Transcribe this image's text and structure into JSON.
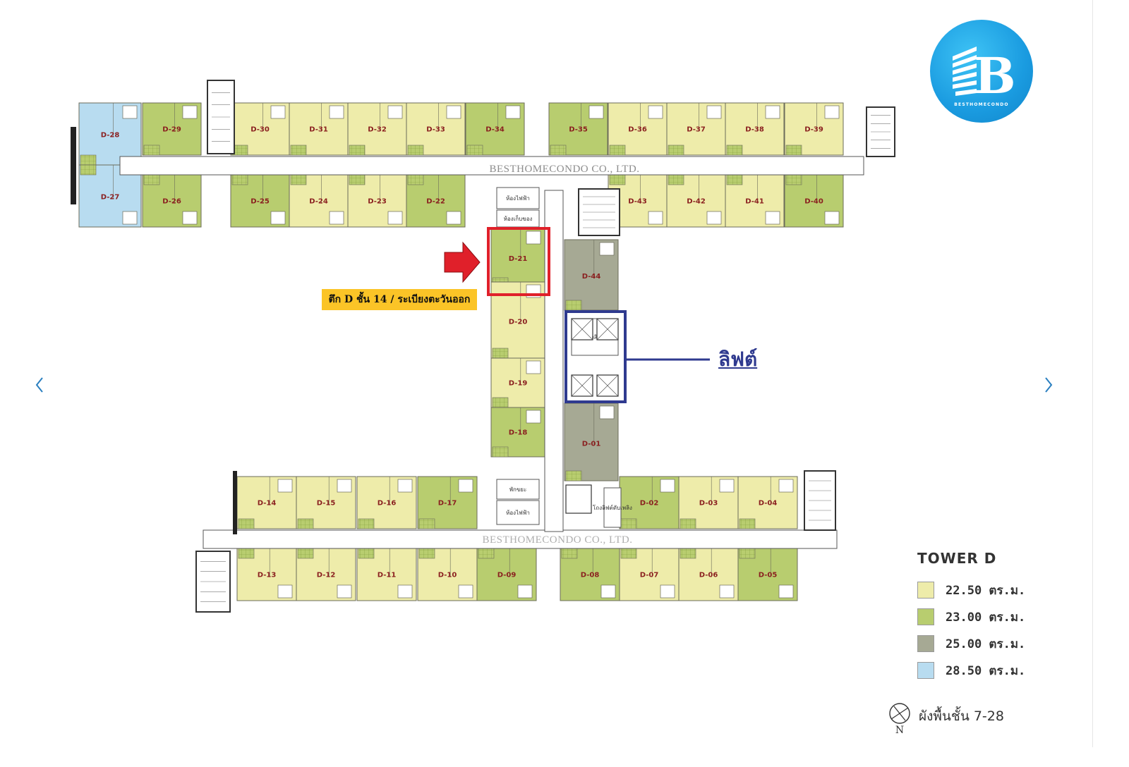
{
  "colors": {
    "unit_22_50": "#eeecaa",
    "unit_23_00": "#b8cd6f",
    "unit_25_00": "#a6a994",
    "unit_28_50": "#b8dcf0",
    "highlight_unit": "#e0202a",
    "highlight_lift": "#2f3a8f",
    "callout_bg": "#fbc427"
  },
  "logo": {
    "letter": "B",
    "text": "BESTHOMECONDO"
  },
  "watermarks": [
    "BESTHOMECONDO CO., LTD.",
    "BESTHOMECONDO CO., LTD."
  ],
  "callout": {
    "text": "ตึก D ชั้น 14 / ระเบียงตะวันออก",
    "target_unit": "D-21"
  },
  "lift_label": "ลิฟต์",
  "service_rooms": {
    "electric_top": "ห้องไฟฟ้า",
    "storage_top": "ห้องเก็บของ",
    "garbage_bottom": "พักขยะ",
    "electric_bottom": "ห้องไฟฟ้า",
    "lift_lobby": "โถงลิฟต์",
    "lift_lobby_small": "โถงลิฟต์ดับเพลิง"
  },
  "units_top_north": [
    "D-29",
    "D-30",
    "D-31",
    "D-32",
    "D-33",
    "D-34",
    "D-35",
    "D-36",
    "D-37",
    "D-38",
    "D-39"
  ],
  "units_top_south": [
    "D-26",
    "D-25",
    "D-24",
    "D-23",
    "D-22",
    "D-43",
    "D-42",
    "D-41",
    "D-40"
  ],
  "units_west_end": [
    "D-28",
    "D-27"
  ],
  "units_spine_west": [
    "D-21",
    "D-20",
    "D-19",
    "D-18"
  ],
  "units_spine_east": [
    "D-44",
    "D-01"
  ],
  "units_bottom_north": [
    "D-14",
    "D-15",
    "D-16",
    "D-17",
    "D-02",
    "D-03",
    "D-04"
  ],
  "units_bottom_south": [
    "D-13",
    "D-12",
    "D-11",
    "D-10",
    "D-09",
    "D-08",
    "D-07",
    "D-06",
    "D-05"
  ],
  "legend": {
    "title": "TOWER   D",
    "items": [
      {
        "label": "22.50  ตร.ม.",
        "color": "#eeecaa"
      },
      {
        "label": "23.00  ตร.ม.",
        "color": "#b8cd6f"
      },
      {
        "label": "25.00  ตร.ม.",
        "color": "#a6a994"
      },
      {
        "label": "28.50  ตร.ม.",
        "color": "#b8dcf0"
      }
    ]
  },
  "compass_letter": "N",
  "floor_caption": "ผังพื้นชั้น 7-28"
}
